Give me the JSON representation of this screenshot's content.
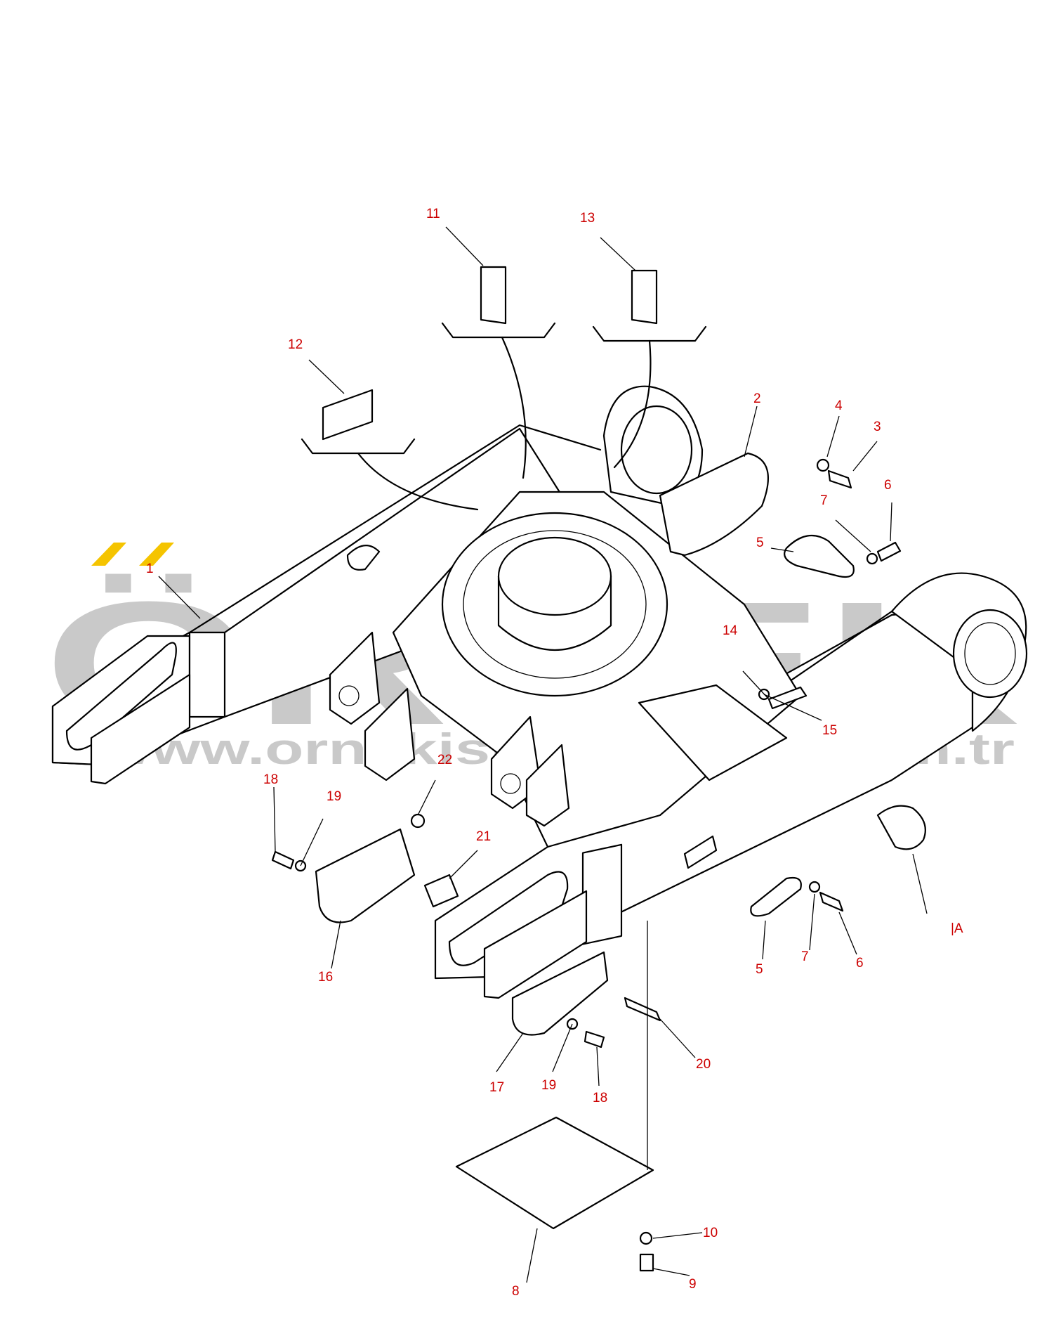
{
  "watermark": {
    "brand": "ÖRNEK",
    "url": "www.ornekismakinalari.com.tr",
    "accent_color": "#f5c400",
    "text_color": "#c9c9c9"
  },
  "callout_color": "#cc0000",
  "callouts": [
    {
      "id": "c1",
      "label": "1"
    },
    {
      "id": "c2",
      "label": "2"
    },
    {
      "id": "c3",
      "label": "3"
    },
    {
      "id": "c4",
      "label": "4"
    },
    {
      "id": "c5a",
      "label": "5"
    },
    {
      "id": "c5b",
      "label": "5"
    },
    {
      "id": "c6a",
      "label": "6"
    },
    {
      "id": "c6b",
      "label": "6"
    },
    {
      "id": "c7a",
      "label": "7"
    },
    {
      "id": "c7b",
      "label": "7"
    },
    {
      "id": "c8",
      "label": "8"
    },
    {
      "id": "c9",
      "label": "9"
    },
    {
      "id": "c10",
      "label": "10"
    },
    {
      "id": "c11",
      "label": "11"
    },
    {
      "id": "c12",
      "label": "12"
    },
    {
      "id": "c13",
      "label": "13"
    },
    {
      "id": "c14",
      "label": "14"
    },
    {
      "id": "c15",
      "label": "15"
    },
    {
      "id": "c16",
      "label": "16"
    },
    {
      "id": "c17",
      "label": "17"
    },
    {
      "id": "c18a",
      "label": "18"
    },
    {
      "id": "c18b",
      "label": "18"
    },
    {
      "id": "c19a",
      "label": "19"
    },
    {
      "id": "c19b",
      "label": "19"
    },
    {
      "id": "c20",
      "label": "20"
    },
    {
      "id": "c21",
      "label": "21"
    },
    {
      "id": "c22",
      "label": "22"
    },
    {
      "id": "cA",
      "label": "|A"
    }
  ]
}
